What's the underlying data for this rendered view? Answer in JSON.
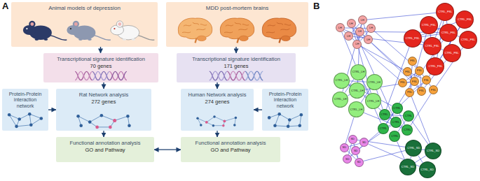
{
  "diagram": {
    "nodes": [
      {
        "text": [
          "Animal models of depression"
        ]
      },
      {
        "text": [
          "MDD post-mortem brains"
        ]
      },
      {
        "text": [
          "Transcriptional signature identification",
          "70 genes"
        ]
      },
      {
        "text": [
          "Transcriptional signature identification",
          "171 genes"
        ]
      },
      {
        "text": [
          "Protein-Protein interaction network"
        ]
      },
      {
        "text": [
          "Rat Network analysis",
          "272 genes"
        ]
      },
      {
        "text": [
          "Human Network analysis",
          "274 genes"
        ]
      },
      {
        "text": [
          "Protein-Protein interaction network"
        ]
      },
      {
        "text": [
          "Functional annotation analysis",
          "GO and Pathway"
        ]
      },
      {
        "text": [
          "Functional annotation analysis",
          "GO and Pathway"
        ]
      },
      {
        "text": [
          "LH"
        ]
      },
      {
        "text": [
          "LH"
        ]
      },
      {
        "text": [
          "LH"
        ]
      },
      {
        "text": [
          "LH"
        ]
      },
      {
        "text": [
          "LH"
        ]
      },
      {
        "text": [
          "LH"
        ]
      },
      {
        "text": [
          "LH"
        ]
      },
      {
        "text": [
          "LH"
        ]
      },
      {
        "text": [
          "CTRL_FSL"
        ]
      },
      {
        "text": [
          "CTRL_FSL"
        ]
      },
      {
        "text": [
          "CTRL_FSL"
        ]
      },
      {
        "text": [
          "CTRL_FSL"
        ]
      },
      {
        "text": [
          "CTRL_FSL"
        ]
      },
      {
        "text": [
          "CTRL_FSL"
        ]
      },
      {
        "text": [
          "CTRL_FSL"
        ]
      },
      {
        "text": [
          "CTRL_FSL"
        ]
      },
      {
        "text": [
          "CTRL_FSL"
        ]
      },
      {
        "text": [
          "FSL"
        ]
      },
      {
        "text": [
          "FSL"
        ]
      },
      {
        "text": [
          "FSL"
        ]
      },
      {
        "text": [
          "FSL"
        ]
      },
      {
        "text": [
          "FSL"
        ]
      },
      {
        "text": [
          "FSL"
        ]
      },
      {
        "text": [
          "FSL"
        ]
      },
      {
        "text": [
          "FSL"
        ]
      },
      {
        "text": [
          "FSL"
        ]
      },
      {
        "text": [
          "CTRL_LH"
        ]
      },
      {
        "text": [
          "CTRL_LH"
        ]
      },
      {
        "text": [
          "CTRL_LH"
        ]
      },
      {
        "text": [
          "CTRL_LH"
        ]
      },
      {
        "text": [
          "CTRL_LH"
        ]
      },
      {
        "text": [
          "CTRL_LH"
        ]
      },
      {
        "text": [
          "CTRL_LH"
        ]
      },
      {
        "text": [
          "CTRL"
        ]
      },
      {
        "text": [
          "CTRL"
        ]
      },
      {
        "text": [
          "CTRL"
        ]
      },
      {
        "text": [
          "CTRL"
        ]
      },
      {
        "text": [
          "CTRL"
        ]
      },
      {
        "text": [
          "CTRL"
        ]
      },
      {
        "text": [
          "CTRL"
        ]
      },
      {
        "text": [
          "CTRL_SD"
        ]
      },
      {
        "text": [
          "CTRL_SD"
        ]
      },
      {
        "text": [
          "CTRL_SD"
        ]
      },
      {
        "text": [
          "CTRL_SD"
        ]
      },
      {
        "text": [
          "SD"
        ]
      },
      {
        "text": [
          "SD"
        ]
      },
      {
        "text": [
          "SD"
        ]
      },
      {
        "text": [
          "SD"
        ]
      },
      {
        "text": [
          "SD"
        ]
      },
      {
        "text": [
          "SD"
        ]
      }
    ],
    "edges": [
      {
        "from": 0,
        "to": 2,
        "arrow": "to"
      },
      {
        "from": 1,
        "to": 3,
        "arrow": "to"
      },
      {
        "from": 4,
        "to": 5,
        "arrow": "to"
      },
      {
        "from": 2,
        "to": 5,
        "arrow": "to"
      },
      {
        "from": 3,
        "to": 6,
        "arrow": "to"
      },
      {
        "from": 7,
        "to": 6,
        "arrow": "to"
      },
      {
        "from": 5,
        "to": 8,
        "arrow": "to"
      },
      {
        "from": 6,
        "to": 9,
        "arrow": "to"
      },
      {
        "from": 8,
        "to": 9,
        "arrow": "both"
      },
      {
        "from": 10,
        "to": 11,
        "arrow": "none"
      },
      {
        "from": 11,
        "to": 12,
        "arrow": "none"
      },
      {
        "from": 12,
        "to": 13,
        "arrow": "none"
      },
      {
        "from": 13,
        "to": 14,
        "arrow": "none"
      },
      {
        "from": 14,
        "to": 15,
        "arrow": "none"
      },
      {
        "from": 15,
        "to": 16,
        "arrow": "none"
      },
      {
        "from": 16,
        "to": 17,
        "arrow": "none"
      },
      {
        "from": 10,
        "to": 13,
        "arrow": "none"
      },
      {
        "from": 12,
        "to": 16,
        "arrow": "none"
      },
      {
        "from": 10,
        "to": 18,
        "arrow": "none"
      },
      {
        "from": 11,
        "to": 19,
        "arrow": "none"
      },
      {
        "from": 13,
        "to": 27,
        "arrow": "none"
      },
      {
        "from": 14,
        "to": 28,
        "arrow": "none"
      },
      {
        "from": 15,
        "to": 29,
        "arrow": "none"
      },
      {
        "from": 17,
        "to": 30,
        "arrow": "none"
      },
      {
        "from": 12,
        "to": 20,
        "arrow": "none"
      },
      {
        "from": 16,
        "to": 31,
        "arrow": "none"
      },
      {
        "from": 10,
        "to": 36,
        "arrow": "none"
      },
      {
        "from": 12,
        "to": 37,
        "arrow": "none"
      },
      {
        "from": 14,
        "to": 38,
        "arrow": "none"
      },
      {
        "from": 16,
        "to": 39,
        "arrow": "none"
      },
      {
        "from": 17,
        "to": 43,
        "arrow": "none"
      },
      {
        "from": 18,
        "to": 19,
        "arrow": "none"
      },
      {
        "from": 19,
        "to": 20,
        "arrow": "none"
      },
      {
        "from": 20,
        "to": 21,
        "arrow": "none"
      },
      {
        "from": 21,
        "to": 22,
        "arrow": "none"
      },
      {
        "from": 22,
        "to": 23,
        "arrow": "none"
      },
      {
        "from": 23,
        "to": 24,
        "arrow": "none"
      },
      {
        "from": 24,
        "to": 25,
        "arrow": "none"
      },
      {
        "from": 25,
        "to": 26,
        "arrow": "none"
      },
      {
        "from": 18,
        "to": 22,
        "arrow": "none"
      },
      {
        "from": 20,
        "to": 24,
        "arrow": "none"
      },
      {
        "from": 27,
        "to": 28,
        "arrow": "none"
      },
      {
        "from": 28,
        "to": 29,
        "arrow": "none"
      },
      {
        "from": 29,
        "to": 30,
        "arrow": "none"
      },
      {
        "from": 30,
        "to": 31,
        "arrow": "none"
      },
      {
        "from": 31,
        "to": 32,
        "arrow": "none"
      },
      {
        "from": 32,
        "to": 33,
        "arrow": "none"
      },
      {
        "from": 33,
        "to": 34,
        "arrow": "none"
      },
      {
        "from": 34,
        "to": 35,
        "arrow": "none"
      },
      {
        "from": 27,
        "to": 31,
        "arrow": "none"
      },
      {
        "from": 18,
        "to": 27,
        "arrow": "none"
      },
      {
        "from": 21,
        "to": 30,
        "arrow": "none"
      },
      {
        "from": 23,
        "to": 32,
        "arrow": "none"
      },
      {
        "from": 26,
        "to": 35,
        "arrow": "none"
      },
      {
        "from": 25,
        "to": 33,
        "arrow": "none"
      },
      {
        "from": 27,
        "to": 36,
        "arrow": "none"
      },
      {
        "from": 29,
        "to": 44,
        "arrow": "none"
      },
      {
        "from": 32,
        "to": 45,
        "arrow": "none"
      },
      {
        "from": 35,
        "to": 46,
        "arrow": "none"
      },
      {
        "from": 22,
        "to": 47,
        "arrow": "none"
      },
      {
        "from": 33,
        "to": 50,
        "arrow": "none"
      },
      {
        "from": 36,
        "to": 37,
        "arrow": "none"
      },
      {
        "from": 37,
        "to": 38,
        "arrow": "none"
      },
      {
        "from": 38,
        "to": 39,
        "arrow": "none"
      },
      {
        "from": 39,
        "to": 40,
        "arrow": "none"
      },
      {
        "from": 40,
        "to": 41,
        "arrow": "none"
      },
      {
        "from": 41,
        "to": 42,
        "arrow": "none"
      },
      {
        "from": 36,
        "to": 40,
        "arrow": "none"
      },
      {
        "from": 36,
        "to": 43,
        "arrow": "none"
      },
      {
        "from": 38,
        "to": 44,
        "arrow": "none"
      },
      {
        "from": 40,
        "to": 45,
        "arrow": "none"
      },
      {
        "from": 42,
        "to": 46,
        "arrow": "none"
      },
      {
        "from": 41,
        "to": 47,
        "arrow": "none"
      },
      {
        "from": 43,
        "to": 44,
        "arrow": "none"
      },
      {
        "from": 44,
        "to": 45,
        "arrow": "none"
      },
      {
        "from": 45,
        "to": 46,
        "arrow": "none"
      },
      {
        "from": 46,
        "to": 47,
        "arrow": "none"
      },
      {
        "from": 47,
        "to": 48,
        "arrow": "none"
      },
      {
        "from": 48,
        "to": 49,
        "arrow": "none"
      },
      {
        "from": 48,
        "to": 50,
        "arrow": "none"
      },
      {
        "from": 49,
        "to": 51,
        "arrow": "none"
      },
      {
        "from": 50,
        "to": 51,
        "arrow": "none"
      },
      {
        "from": 51,
        "to": 52,
        "arrow": "none"
      },
      {
        "from": 52,
        "to": 53,
        "arrow": "none"
      },
      {
        "from": 54,
        "to": 55,
        "arrow": "none"
      },
      {
        "from": 55,
        "to": 56,
        "arrow": "none"
      },
      {
        "from": 56,
        "to": 57,
        "arrow": "none"
      },
      {
        "from": 57,
        "to": 58,
        "arrow": "none"
      },
      {
        "from": 58,
        "to": 59,
        "arrow": "none"
      },
      {
        "from": 54,
        "to": 57,
        "arrow": "none"
      },
      {
        "from": 54,
        "to": 43,
        "arrow": "none"
      },
      {
        "from": 55,
        "to": 44,
        "arrow": "none"
      },
      {
        "from": 56,
        "to": 50,
        "arrow": "none"
      },
      {
        "from": 57,
        "to": 52,
        "arrow": "none"
      },
      {
        "from": 59,
        "to": 53,
        "arrow": "none"
      },
      {
        "from": 58,
        "to": 42,
        "arrow": "none"
      }
    ],
    "labels": [
      "A",
      "B"
    ]
  }
}
